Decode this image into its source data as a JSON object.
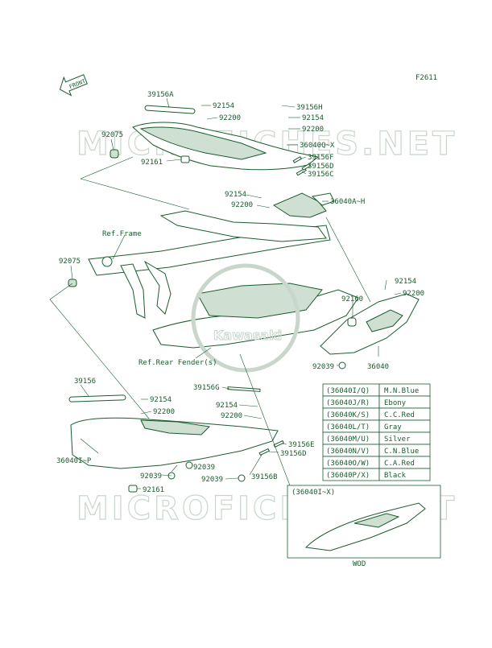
{
  "figure_code": "F2611",
  "front_label": "FRONT",
  "watermark": "MICROFICHES.NET",
  "callouts": {
    "c39156A": "39156A",
    "c92154_1": "92154",
    "c92200_1": "92200",
    "c39156H": "39156H",
    "c92154_2": "92154",
    "c92200_2": "92200",
    "c36040QX": "36040Q~X",
    "c39156F": "39156F",
    "c39156D_1": "39156D",
    "c39156C": "39156C",
    "c92075_1": "92075",
    "c92161_1": "92161",
    "c92154_3": "92154",
    "c92200_3": "92200",
    "c36040AH": "36040A~H",
    "ref_frame": "Ref.Frame",
    "c92075_2": "92075",
    "c92154_4": "92154",
    "c92200_4": "92200",
    "c92160": "92160",
    "ref_rear_fender": "Ref.Rear Fender(s)",
    "c92039_1": "92039",
    "c36040": "36040",
    "c39156": "39156",
    "c92154_5": "92154",
    "c92200_5": "92200",
    "c39156G": "39156G",
    "c92154_6": "92154",
    "c92200_6": "92200",
    "c36040IP": "36040I~P",
    "c39156E": "39156E",
    "c39156D_2": "39156D",
    "c92039_2": "92039",
    "c92039_3": "92039",
    "c92039_4": "92039",
    "c39156B": "39156B",
    "c92161_2": "92161",
    "c36040IX": "(36040I~X)",
    "wod": "WOD"
  },
  "color_table": [
    {
      "code": "(36040I/Q)",
      "color": "M.N.Blue"
    },
    {
      "code": "(36040J/R)",
      "color": "Ebony"
    },
    {
      "code": "(36040K/S)",
      "color": "C.C.Red"
    },
    {
      "code": "(36040L/T)",
      "color": "Gray"
    },
    {
      "code": "(36040M/U)",
      "color": "Silver"
    },
    {
      "code": "(36040N/V)",
      "color": "C.N.Blue"
    },
    {
      "code": "(36040O/W)",
      "color": "C.A.Red"
    },
    {
      "code": "(36040P/X)",
      "color": "Black"
    }
  ],
  "colors": {
    "ink": "#1a5c2e",
    "watermark": "#c9d6cc"
  }
}
